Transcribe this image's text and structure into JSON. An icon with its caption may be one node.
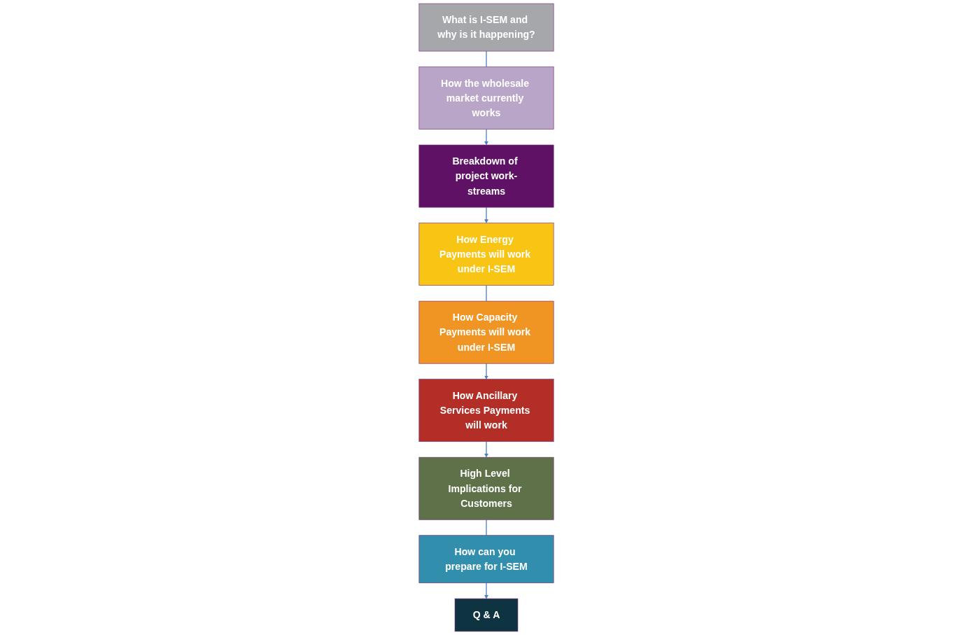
{
  "diagram": {
    "nodes": [
      {
        "text": [
          "What is I-SEM and why is it happening?"
        ]
      },
      {
        "text": [
          "How the wholesale market currently works"
        ]
      },
      {
        "text": [
          "Breakdown of project work-streams"
        ]
      },
      {
        "text": [
          "How Ancillary Services Payments will work"
        ]
      },
      {
        "text": [
          "How Capacity Payments will work under I-SEM"
        ]
      },
      {
        "text": [
          "How Energy Payments will work under I-SEM"
        ]
      },
      {
        "text": [
          "High Level Implications for Customers"
        ]
      },
      {
        "text": [
          "How can you prepare for I-SEM"
        ]
      },
      {
        "text": [
          "Q & A"
        ]
      }
    ],
    "edges": [
      {
        "from": 0,
        "to": 1,
        "arrow": "none"
      },
      {
        "from": 1,
        "to": 2,
        "arrow": "to"
      },
      {
        "from": 2,
        "to": 5,
        "arrow": "to"
      },
      {
        "from": 5,
        "to": 4,
        "arrow": "none"
      },
      {
        "from": 4,
        "to": 3,
        "arrow": "to"
      },
      {
        "from": 3,
        "to": 6,
        "arrow": "to"
      },
      {
        "from": 6,
        "to": 7,
        "arrow": "none"
      },
      {
        "from": 7,
        "to": 8,
        "arrow": "to"
      }
    ]
  }
}
